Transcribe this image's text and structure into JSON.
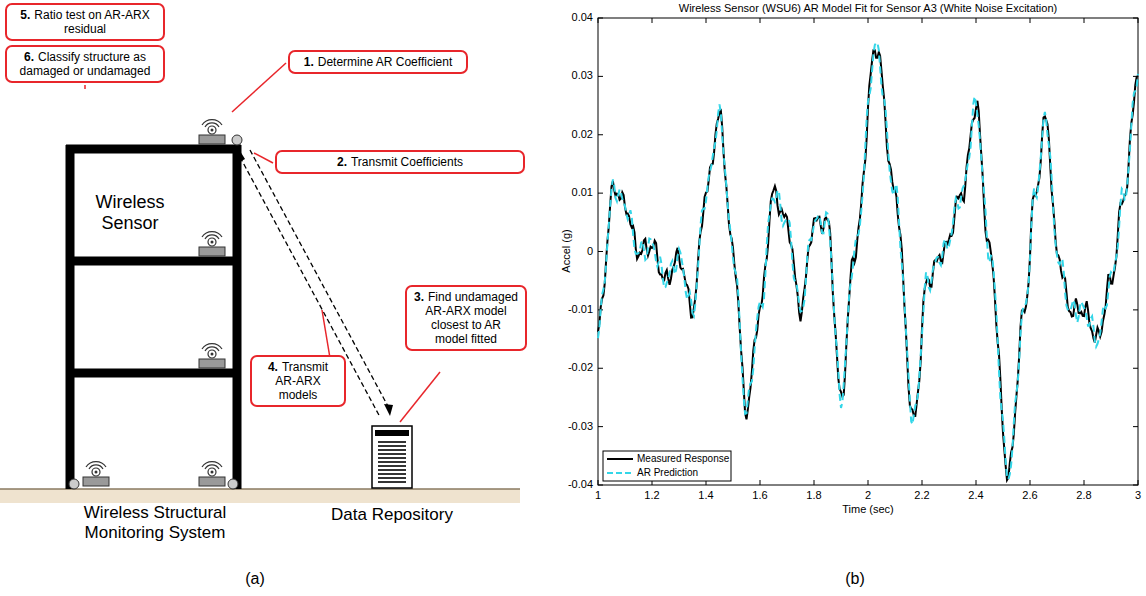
{
  "diagram": {
    "nodes": [
      {
        "text": [
          "5.",
          "Ratio test on AR-ARX residual"
        ]
      },
      {
        "text": [
          "6.",
          "Classify structure as damaged or undamaged"
        ]
      },
      {
        "text": [
          "1.",
          "Determine AR Coefficient"
        ]
      },
      {
        "text": [
          "2.",
          "Transmit Coefficients"
        ]
      },
      {
        "text": [
          "3.",
          "Find undamaged AR-ARX model closest to AR model fitted"
        ]
      },
      {
        "text": [
          "4.",
          "Transmit AR-ARX models"
        ]
      }
    ],
    "labels": [
      "Wireless Sensor",
      "Wireless Structural Monitoring System",
      "Data Repository",
      "(a)",
      "(b)",
      "Wireless Sensor (WSU6) AR Model Fit for Sensor A3 (White Noise Excitation)",
      "Accel (g)",
      "Time (sec)",
      "0.04",
      "0.03",
      "0.02",
      "0.01",
      "0",
      "-0.01",
      "-0.02",
      "-0.03",
      "-0.04",
      "1",
      "1.2",
      "1.4",
      "1.6",
      "1.8",
      "2",
      "2.2",
      "2.4",
      "2.6",
      "2.8",
      "3"
    ],
    "legend": [
      {
        "text": "Measured Response"
      },
      {
        "text": "AR Prediction"
      }
    ]
  }
}
